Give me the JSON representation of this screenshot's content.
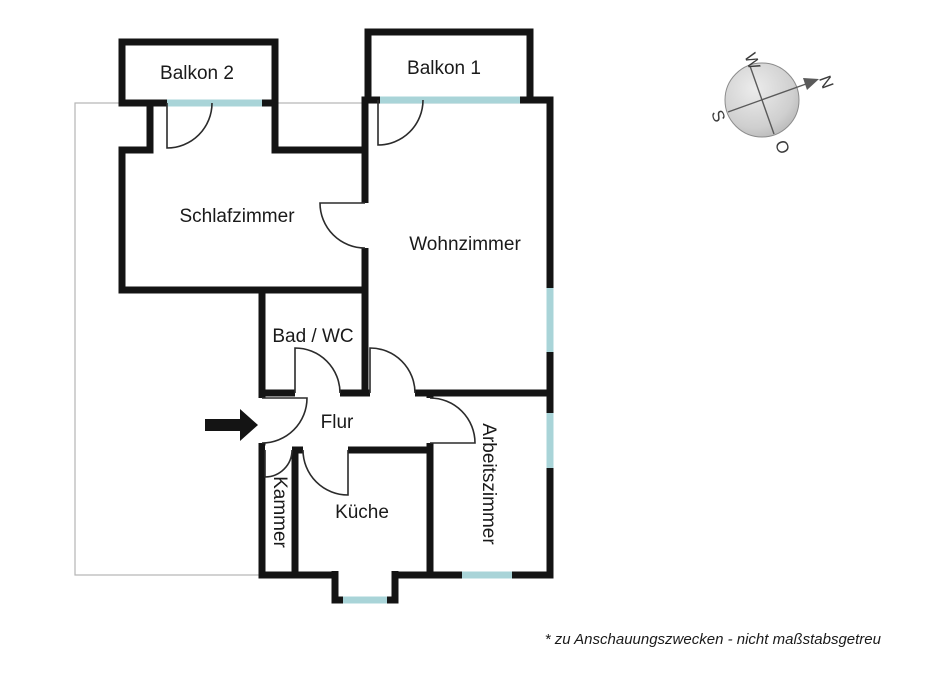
{
  "footer": {
    "disclaimer": "* zu Anschauungszwecken - nicht maßstabsgetreu"
  },
  "rooms": {
    "balkon2": {
      "label": "Balkon 2"
    },
    "balkon1": {
      "label": "Balkon 1"
    },
    "schlafzimmer": {
      "label": "Schlafzimmer"
    },
    "wohnzimmer": {
      "label": "Wohnzimmer"
    },
    "bad_wc": {
      "label": "Bad / WC"
    },
    "flur": {
      "label": "Flur"
    },
    "kammer": {
      "label": "Kammer"
    },
    "kueche": {
      "label": "Küche"
    },
    "arbeitszimmer": {
      "label": "Arbeitszimmer"
    }
  },
  "compass": {
    "west": "W",
    "north": "N",
    "south": "S",
    "east": "O"
  },
  "colors": {
    "wall": "#141414",
    "window": "#a9d4d8",
    "boundary": "#b5b5b5",
    "door_swing": "#2b2b2b"
  }
}
